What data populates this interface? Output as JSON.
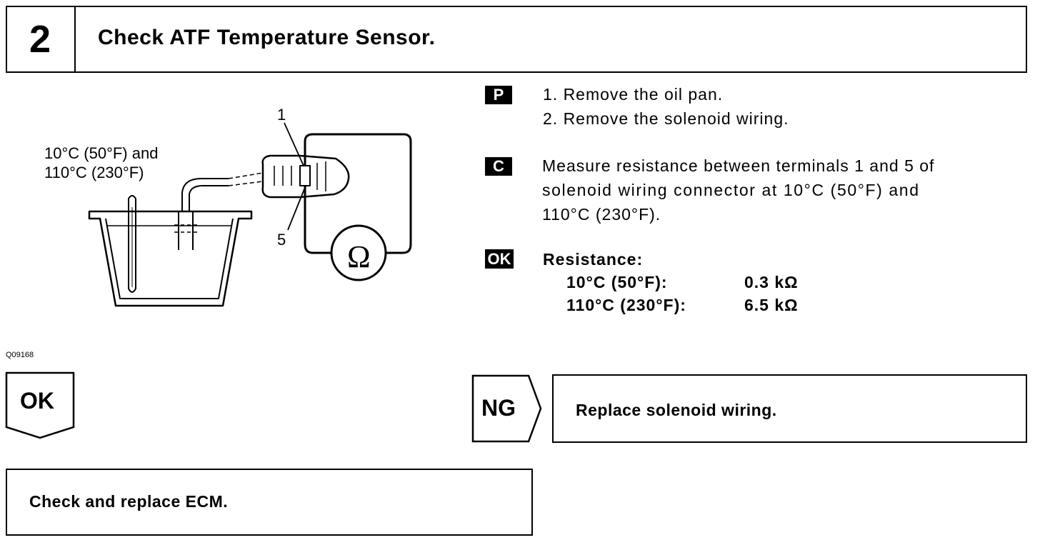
{
  "header": {
    "step_number": "2",
    "title": "Check ATF Temperature Sensor."
  },
  "figure": {
    "temp_label_line1": "10°C (50°F) and",
    "temp_label_line2": "110°C (230°F)",
    "terminal_1": "1",
    "terminal_5": "5",
    "ohm_symbol": "Ω",
    "figure_code": "Q09168"
  },
  "procedure": {
    "prep_tag": "P",
    "prep_steps": [
      "1.  Remove the oil pan.",
      "2.  Remove the solenoid wiring."
    ],
    "check_tag": "C",
    "check_lines": [
      "Measure resistance between terminals 1 and 5 of",
      "solenoid wiring connector at 10°C (50°F) and",
      "110°C (230°F)."
    ],
    "ok_tag": "OK",
    "resistance_title": "Resistance:",
    "resistance_rows": [
      {
        "temp": "10°C (50°F):",
        "value": "0.3 kΩ"
      },
      {
        "temp": "110°C (230°F):",
        "value": "6.5 kΩ"
      }
    ]
  },
  "flow": {
    "ok_label": "OK",
    "ng_label": "NG",
    "ng_action": "Replace solenoid wiring.",
    "ok_action": "Check and replace ECM."
  }
}
